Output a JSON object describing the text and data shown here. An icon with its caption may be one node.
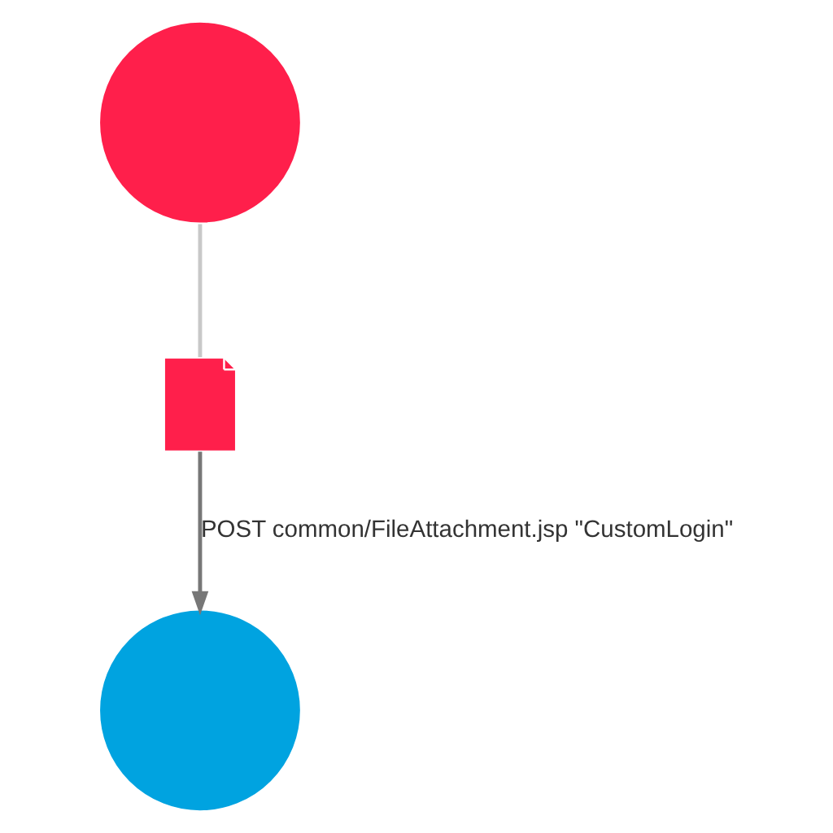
{
  "diagram": {
    "nodes": [
      {
        "text": [],
        "shape": "circle"
      },
      {
        "text": [],
        "shape": "file"
      },
      {
        "text": [],
        "shape": "circle"
      }
    ],
    "edges": [
      {
        "from": 0,
        "to": 1,
        "arrow": "none",
        "color": "#c8c8c8"
      },
      {
        "from": 1,
        "to": 2,
        "arrow": "to",
        "label": "POST common/FileAttachment.jsp \"CustomLogin\""
      }
    ]
  }
}
